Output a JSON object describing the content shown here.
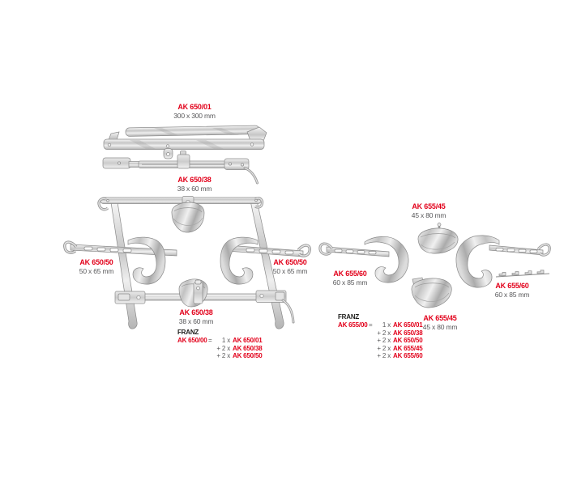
{
  "page": {
    "background": "#ffffff"
  },
  "colors": {
    "accent_red": "#e2001a",
    "dim_gray": "#58585a",
    "text_black": "#1d1d1b",
    "metal_light": "#f4f4f4",
    "metal_dark": "#b4b4b4",
    "metal_outline": "#8a8a8a"
  },
  "labels": [
    {
      "part": "AK 650/01",
      "dims": "300 x 300 mm"
    },
    {
      "part": "AK 650/38",
      "dims": "38 x 60 mm"
    },
    {
      "part": "AK 650/50",
      "dims": "50 x 65 mm"
    },
    {
      "part": "AK 650/50",
      "dims": "50 x 65 mm"
    },
    {
      "part": "AK 650/38",
      "dims": "38 x 60 mm"
    },
    {
      "part": "AK 655/45",
      "dims": "45 x 80 mm"
    },
    {
      "part": "AK 655/60",
      "dims": "60 x 85 mm"
    },
    {
      "part": "AK 655/60",
      "dims": "60 x 85 mm"
    },
    {
      "part": "AK 655/45",
      "dims": "45 x 80 mm"
    }
  ],
  "sets": {
    "left": {
      "family": "FRANZ",
      "set_code": "AK 650/00",
      "equals": "=",
      "lines": [
        {
          "qty": "1 x",
          "part": "AK 650/01"
        },
        {
          "qty": "+ 2 x",
          "part": "AK 650/38"
        },
        {
          "qty": "+ 2 x",
          "part": "AK 650/50"
        }
      ]
    },
    "right": {
      "family": "FRANZ",
      "set_code": "AK 655/00",
      "equals": "=",
      "lines": [
        {
          "qty": "1 x",
          "part": "AK 650/01"
        },
        {
          "qty": "+ 2 x",
          "part": "AK 650/38"
        },
        {
          "qty": "+ 2 x",
          "part": "AK 650/50"
        },
        {
          "qty": "+ 2 x",
          "part": "AK 655/45"
        },
        {
          "qty": "+ 2 x",
          "part": "AK 655/60"
        }
      ]
    }
  }
}
